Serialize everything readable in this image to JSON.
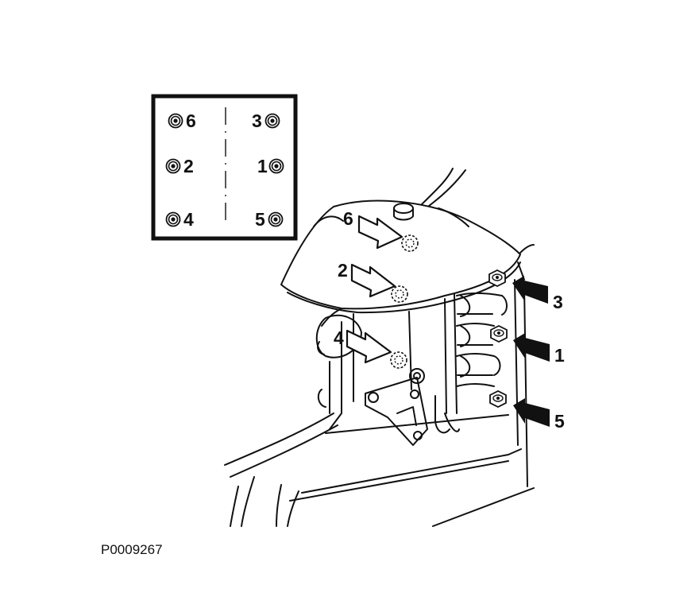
{
  "figure": {
    "code": "P0009267",
    "colors": {
      "ink": "#111111",
      "paper": "#ffffff",
      "shade": "#d8d8d8"
    }
  },
  "legend": {
    "bolts": [
      {
        "label": "6",
        "side": "left",
        "row": 1
      },
      {
        "label": "3",
        "side": "right",
        "row": 1
      },
      {
        "label": "2",
        "side": "left",
        "row": 2
      },
      {
        "label": "1",
        "side": "right",
        "row": 2
      },
      {
        "label": "4",
        "side": "left",
        "row": 3
      },
      {
        "label": "5",
        "side": "right",
        "row": 3
      }
    ]
  },
  "callouts": [
    {
      "label": "6",
      "style": "outline-arrow"
    },
    {
      "label": "2",
      "style": "outline-arrow"
    },
    {
      "label": "4",
      "style": "outline-arrow"
    },
    {
      "label": "3",
      "style": "solid-arrow"
    },
    {
      "label": "1",
      "style": "solid-arrow"
    },
    {
      "label": "5",
      "style": "solid-arrow"
    }
  ]
}
